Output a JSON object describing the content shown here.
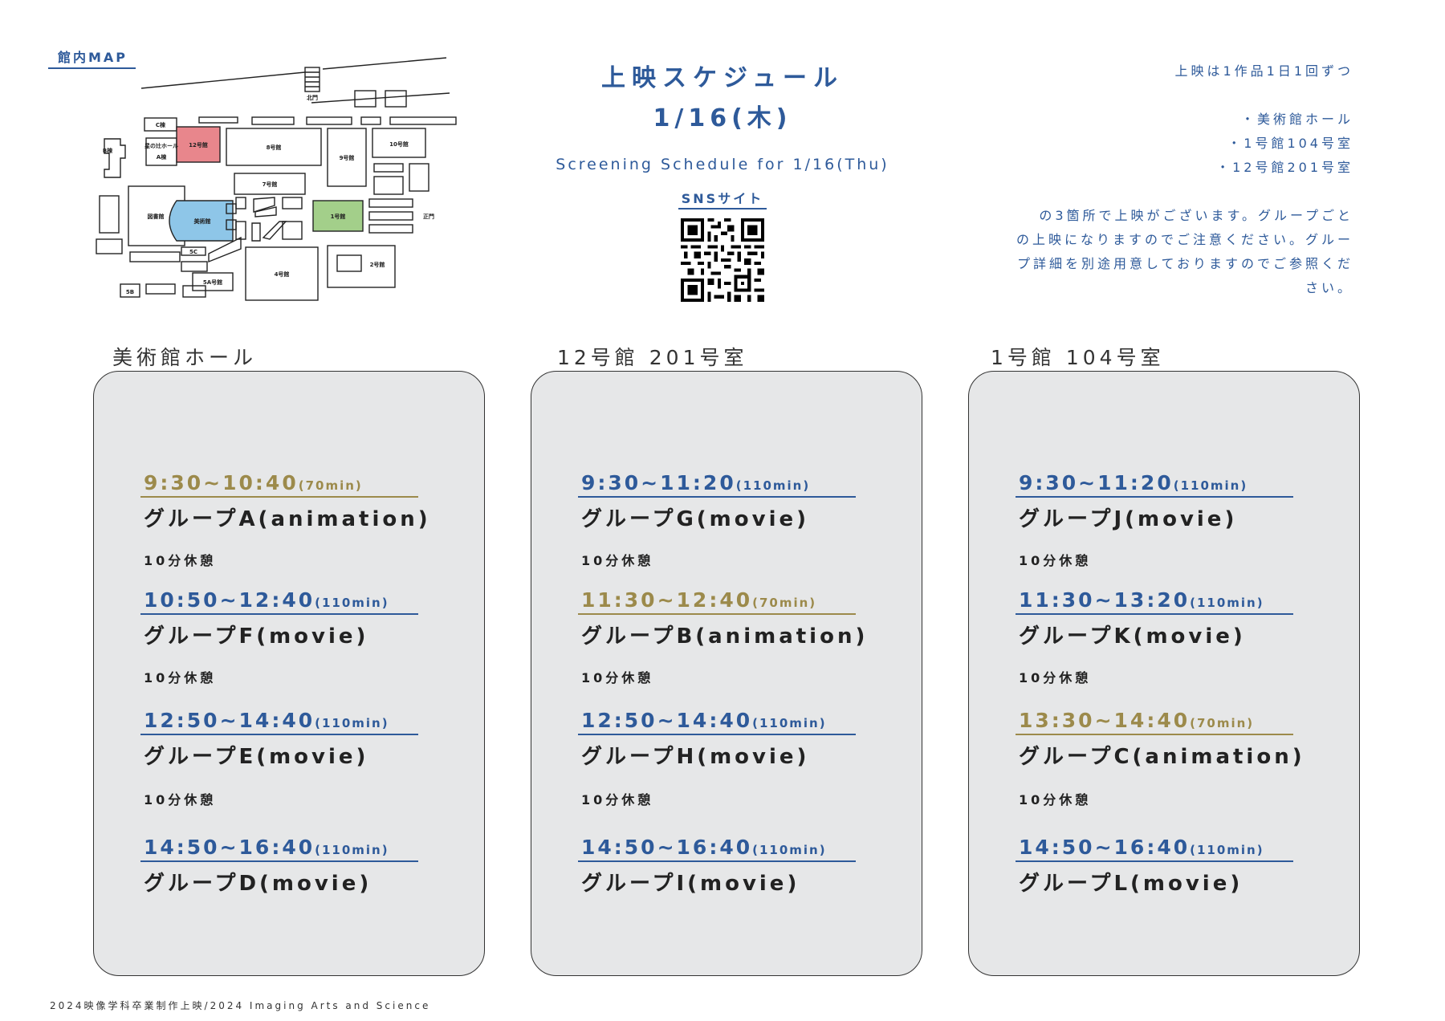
{
  "map": {
    "label": "館内MAP",
    "buildings": {
      "north_gate": "北門",
      "c": "C棟",
      "b": "B棟",
      "hall_a": "星の辻ホール",
      "a": "A棟",
      "b12": "12号館",
      "b8": "8号館",
      "b9": "9号館",
      "b10": "10号館",
      "b7": "7号館",
      "library": "図書館",
      "museum": "美術館",
      "b1": "1号館",
      "main_gate": "正門",
      "b5c": "5C",
      "b5a": "5A号館",
      "b5b": "5B",
      "b4": "4号館",
      "b2": "2号館"
    },
    "colors": {
      "museum": "#8ec6e8",
      "b12": "#e8868c",
      "b1": "#a3cf8a"
    }
  },
  "header": {
    "title": "上映スケジュール",
    "date": "1/16(木)",
    "subtitle": "Screening Schedule for 1/16(Thu)",
    "sns_label": "SNSサイト"
  },
  "notes": {
    "line1": "上映は1作品1日1回ずつ",
    "venues": [
      "・美術館ホール",
      "・1号館104号室",
      "・12号館201号室"
    ],
    "para": [
      "の3箇所で上映がございます。グループごと",
      "の上映になりますのでご注意ください。グルー",
      "プ詳細を別途用意しておりますのでご参照くだ",
      "さい。"
    ]
  },
  "columns": [
    {
      "venue": "美術館ホール",
      "slots": [
        {
          "time": "9:30~10:40",
          "duration": "(70min)",
          "group": "グループA(animation)",
          "accent": "#9c8a4b"
        },
        {
          "time": "10:50~12:40",
          "duration": "(110min)",
          "group": "グループF(movie)",
          "accent": "#2e5a9a"
        },
        {
          "time": "12:50~14:40",
          "duration": "(110min)",
          "group": "グループE(movie)",
          "accent": "#2e5a9a"
        },
        {
          "time": "14:50~16:40",
          "duration": "(110min)",
          "group": "グループD(movie)",
          "accent": "#2e5a9a"
        }
      ],
      "break_label": "10分休憩"
    },
    {
      "venue": "12号館 201号室",
      "slots": [
        {
          "time": "9:30~11:20",
          "duration": "(110min)",
          "group": "グループG(movie)",
          "accent": "#2e5a9a"
        },
        {
          "time": "11:30~12:40",
          "duration": "(70min)",
          "group": "グループB(animation)",
          "accent": "#9c8a4b"
        },
        {
          "time": "12:50~14:40",
          "duration": "(110min)",
          "group": "グループH(movie)",
          "accent": "#2e5a9a"
        },
        {
          "time": "14:50~16:40",
          "duration": "(110min)",
          "group": "グループI(movie)",
          "accent": "#2e5a9a"
        }
      ],
      "break_label": "10分休憩"
    },
    {
      "venue": "1号館 104号室",
      "slots": [
        {
          "time": "9:30~11:20",
          "duration": "(110min)",
          "group": "グループJ(movie)",
          "accent": "#2e5a9a"
        },
        {
          "time": "11:30~13:20",
          "duration": "(110min)",
          "group": "グループK(movie)",
          "accent": "#2e5a9a"
        },
        {
          "time": "13:30~14:40",
          "duration": "(70min)",
          "group": "グループC(animation)",
          "accent": "#9c8a4b"
        },
        {
          "time": "14:50~16:40",
          "duration": "(110min)",
          "group": "グループL(movie)",
          "accent": "#2e5a9a"
        }
      ],
      "break_label": "10分休憩"
    }
  ],
  "footer": "2024映像学科卒業制作上映/2024 Imaging Arts and Science"
}
